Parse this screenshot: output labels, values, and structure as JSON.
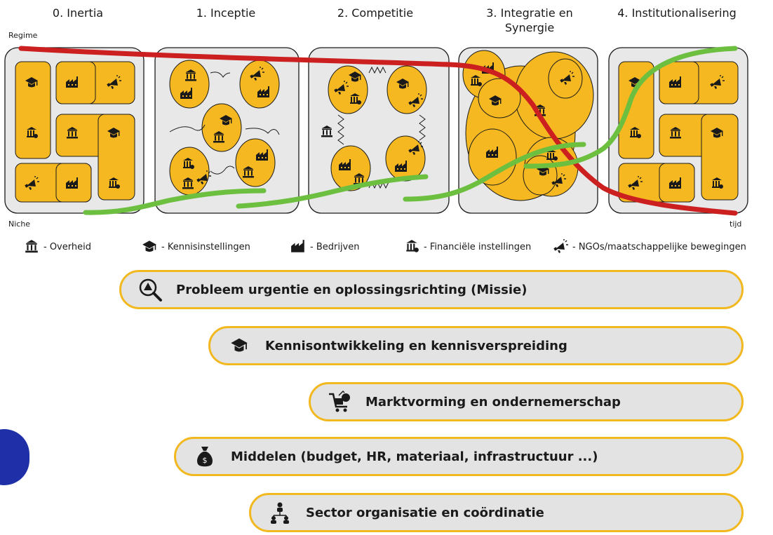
{
  "stages": [
    {
      "title": "0. Inertia"
    },
    {
      "title": "1. Inceptie"
    },
    {
      "title": "2. Competitie"
    },
    {
      "title": "3. Integratie en\nSynergie"
    },
    {
      "title": "4. Institutionalisering"
    }
  ],
  "axis": {
    "top_label": "Regime",
    "bottom_label": "Niche",
    "time_label": "tijd"
  },
  "colors": {
    "regime_line": "#cc1f1f",
    "niche_line": "#6cbf3f",
    "actor_fill": "#f5b820",
    "panel_bg": "#e8e8e8",
    "bar_border": "#f2b81f",
    "side_tab": "#1f2fa8"
  },
  "legend": [
    {
      "icon": "government-icon",
      "label": "- Overheid"
    },
    {
      "icon": "graduation-cap-icon",
      "label": "- Kennisinstellingen"
    },
    {
      "icon": "factory-icon",
      "label": "- Bedrijven"
    },
    {
      "icon": "bank-hand-icon",
      "label": "- Financiële instellingen"
    },
    {
      "icon": "megaphone-icon",
      "label": "- NGOs/maatschappelijke bewegingen"
    }
  ],
  "functions": [
    {
      "icon": "warning-magnifier-icon",
      "label": "Probleem urgentie en oplossingsrichting (Missie)"
    },
    {
      "icon": "graduation-cap-icon",
      "label": "Kennisontwikkeling en kennisverspreiding"
    },
    {
      "icon": "market-cart-icon",
      "label": "Marktvorming en ondernemerschap"
    },
    {
      "icon": "money-bag-icon",
      "label": "Middelen (budget, HR, materiaal, infrastructuur ...)"
    },
    {
      "icon": "organisation-icon",
      "label": "Sector organisatie en coördinatie"
    }
  ]
}
